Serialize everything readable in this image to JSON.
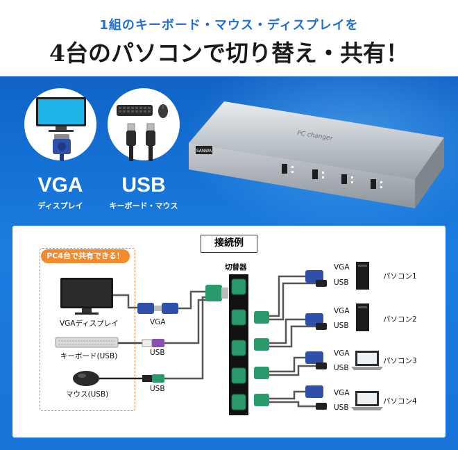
{
  "header": {
    "subtitle": "1組のキーボード・マウス・ディスプレイを",
    "headline": "4台のパソコンで切り替え・共有！"
  },
  "interfaces": [
    {
      "big": "VGA",
      "small": "ディスプレイ"
    },
    {
      "big": "USB",
      "small": "キーボード・マウス"
    }
  ],
  "device": {
    "brand_plate": "SANWA",
    "model_text": "PC changer"
  },
  "diagram": {
    "title": "接続例",
    "shared_tag": "PC4台で共有できる！",
    "switch_label": "切替器",
    "peripherals": [
      {
        "name": "VGAディスプレイ",
        "port": "VGA"
      },
      {
        "name": "キーボード(USB)",
        "port": "USB"
      },
      {
        "name": "マウス(USB)",
        "port": "USB"
      }
    ],
    "pcs": [
      {
        "name": "パソコン1",
        "ports": [
          "VGA",
          "USB"
        ]
      },
      {
        "name": "パソコン2",
        "ports": [
          "VGA",
          "USB"
        ]
      },
      {
        "name": "パソコン3",
        "ports": [
          "VGA",
          "USB"
        ]
      },
      {
        "name": "パソコン4",
        "ports": [
          "VGA",
          "USB"
        ]
      }
    ]
  },
  "colors": {
    "accent_blue": "#1f6fd1",
    "band_blue": "#1a73d8",
    "tag_orange": "#f28a2e",
    "vga_blue": "#2f4fa8",
    "usb_green": "#2a9a6a",
    "usb_purple": "#8a4fb0"
  }
}
